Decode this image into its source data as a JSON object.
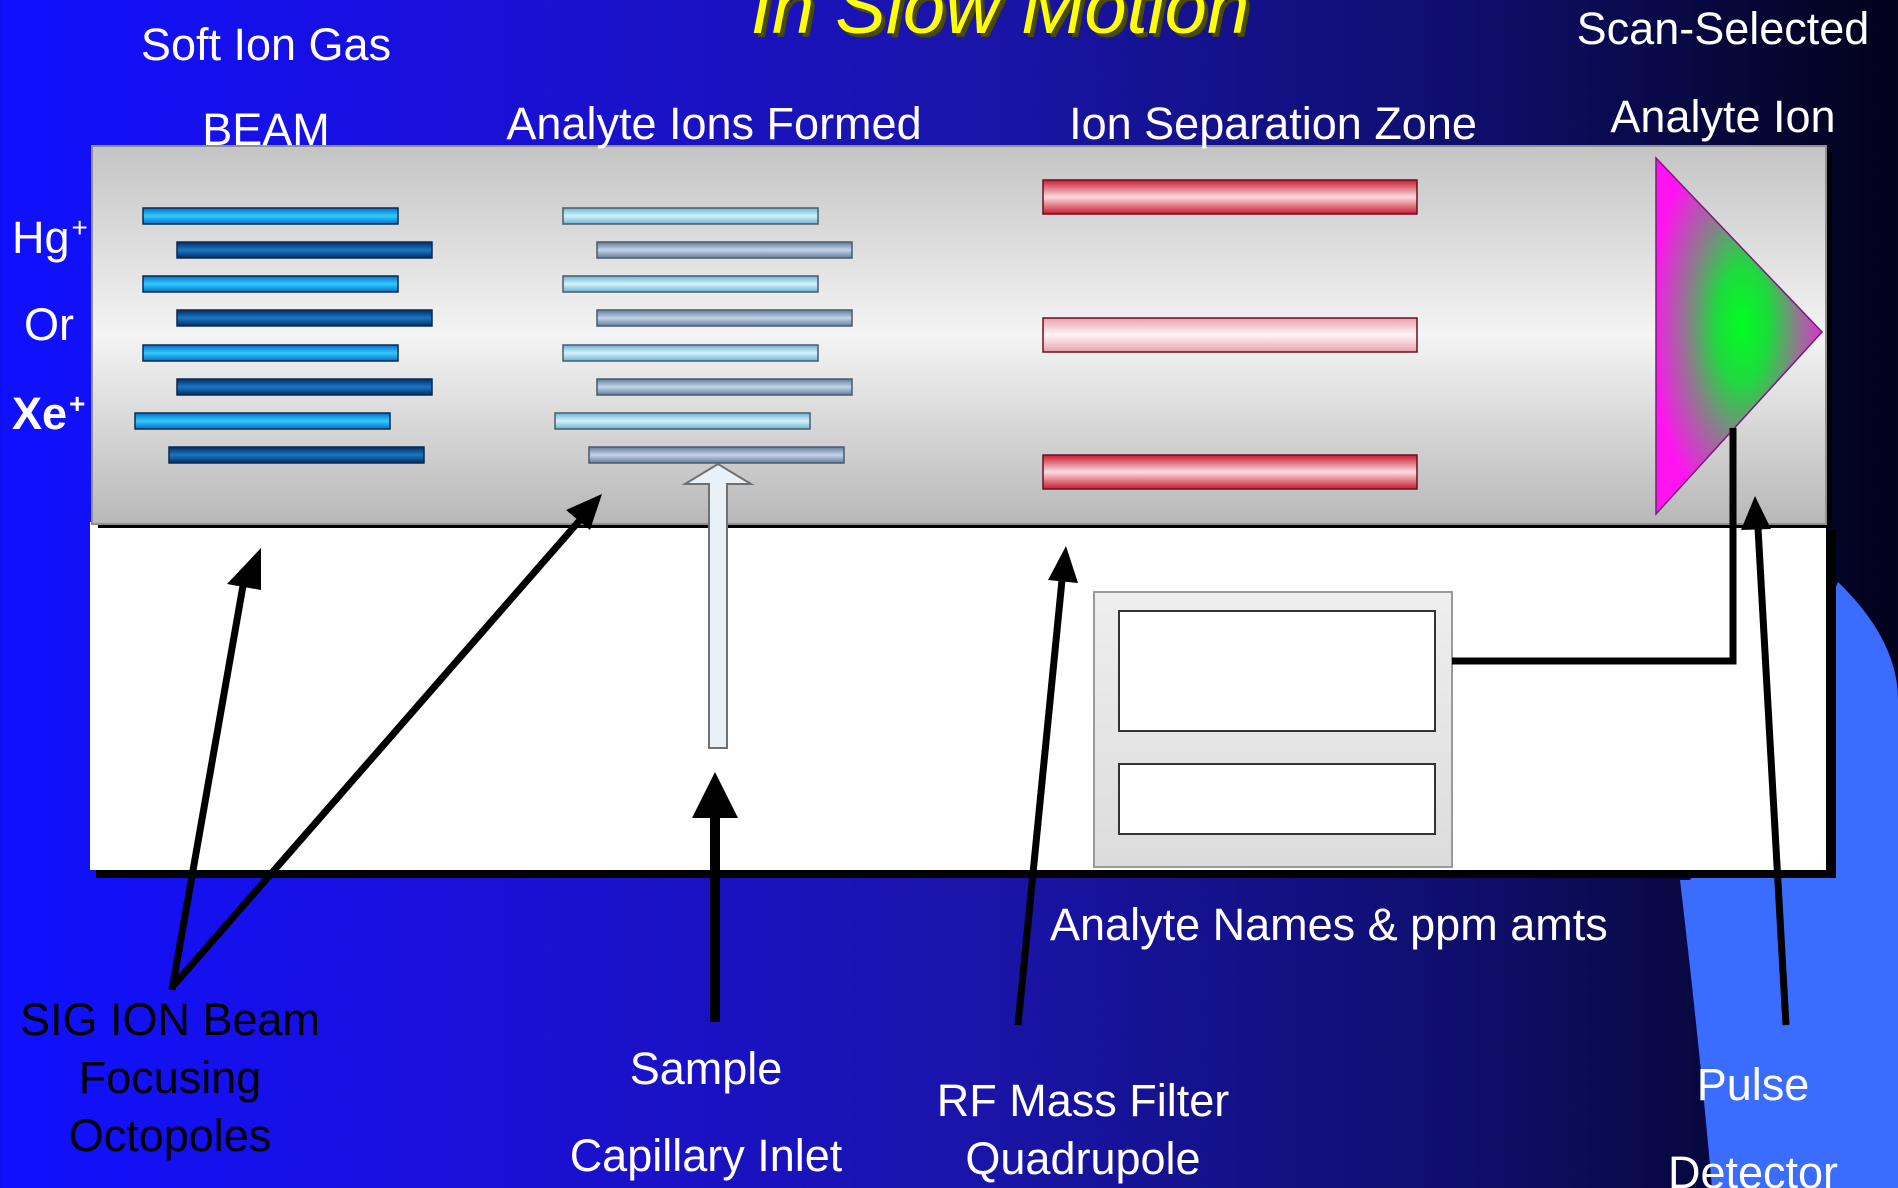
{
  "title": "In Slow Motion",
  "labels": {
    "soft_ion_gas": "Soft Ion Gas",
    "beam": "BEAM",
    "analyte_ions_formed": "Analyte Ions Formed",
    "ion_separation_zone": "Ion Separation Zone",
    "scan_selected": "Scan-Selected",
    "analyte_ion": "Analyte Ion",
    "hg": "Hg",
    "or": "Or",
    "xe": "Xe",
    "ion_charge": "+",
    "analyte_names": "Analyte Names & ppm amts",
    "sig_ion_beam": "SIG ION Beam",
    "focusing": "Focusing",
    "octopoles": "Octopoles",
    "sample": "Sample",
    "capillary_inlet": "Capillary Inlet",
    "rf_mass_filter": "RF Mass Filter",
    "quadrupole": "Quadrupole",
    "pulse": "Pulse",
    "detector": "Detector"
  },
  "colors": {
    "title": "#ffff00",
    "label_text": "#ffffff",
    "octopole_light": "#19b8f2",
    "octopole_dark": "#0a4a8a",
    "analyte_rod_light": "#a8dcec",
    "analyte_rod_dark": "#8ea8c4",
    "quadrupole_red": "#d8283c",
    "quadrupole_pink": "#f4c4cc",
    "detector_magenta": "#e010e0",
    "detector_green": "#10f020"
  }
}
